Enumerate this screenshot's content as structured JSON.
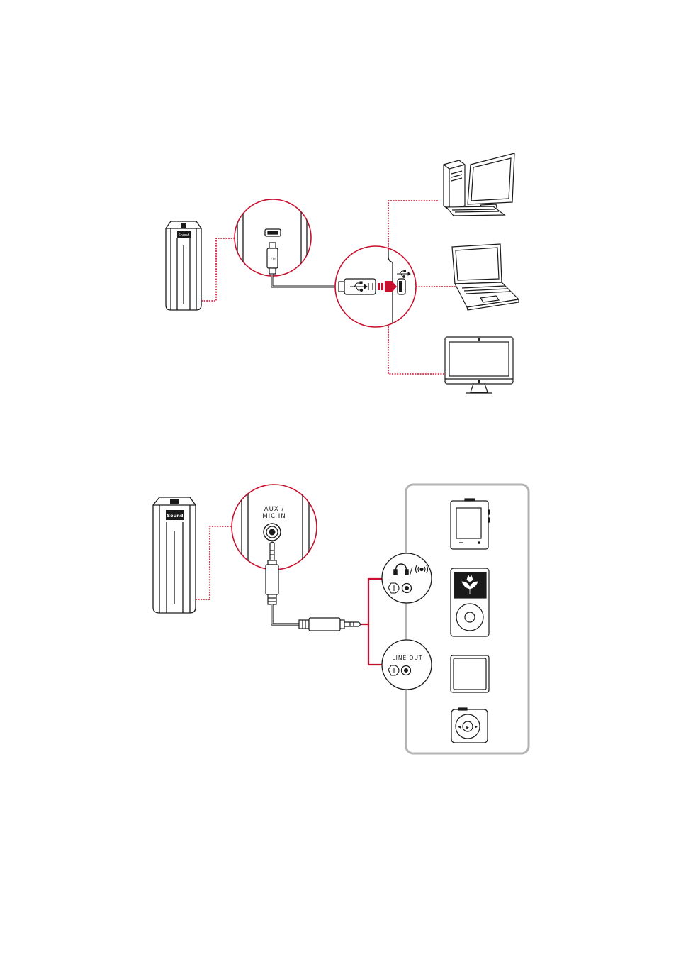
{
  "colors": {
    "accent": "#c8102e",
    "ink": "#1a1a1a",
    "panel_border": "#b3b3b3"
  },
  "speaker": {
    "brand_text": "Sound"
  },
  "usb_diagram": {
    "port_icon": "usb-icon",
    "devices": [
      "desktop-computer-icon",
      "laptop-icon",
      "all-in-one-computer-icon"
    ]
  },
  "aux_diagram": {
    "jack_label_line1": "AUX /",
    "jack_label_line2": "MIC IN",
    "headphone_port_icons": [
      "headphone-icon",
      "speaker-out-icon"
    ],
    "headphone_port_divider": "/",
    "line_out_label": "LINE OUT",
    "devices": [
      "portable-media-player-icon",
      "ipod-classic-icon",
      "ipod-nano-icon",
      "ipod-shuffle-icon"
    ]
  }
}
